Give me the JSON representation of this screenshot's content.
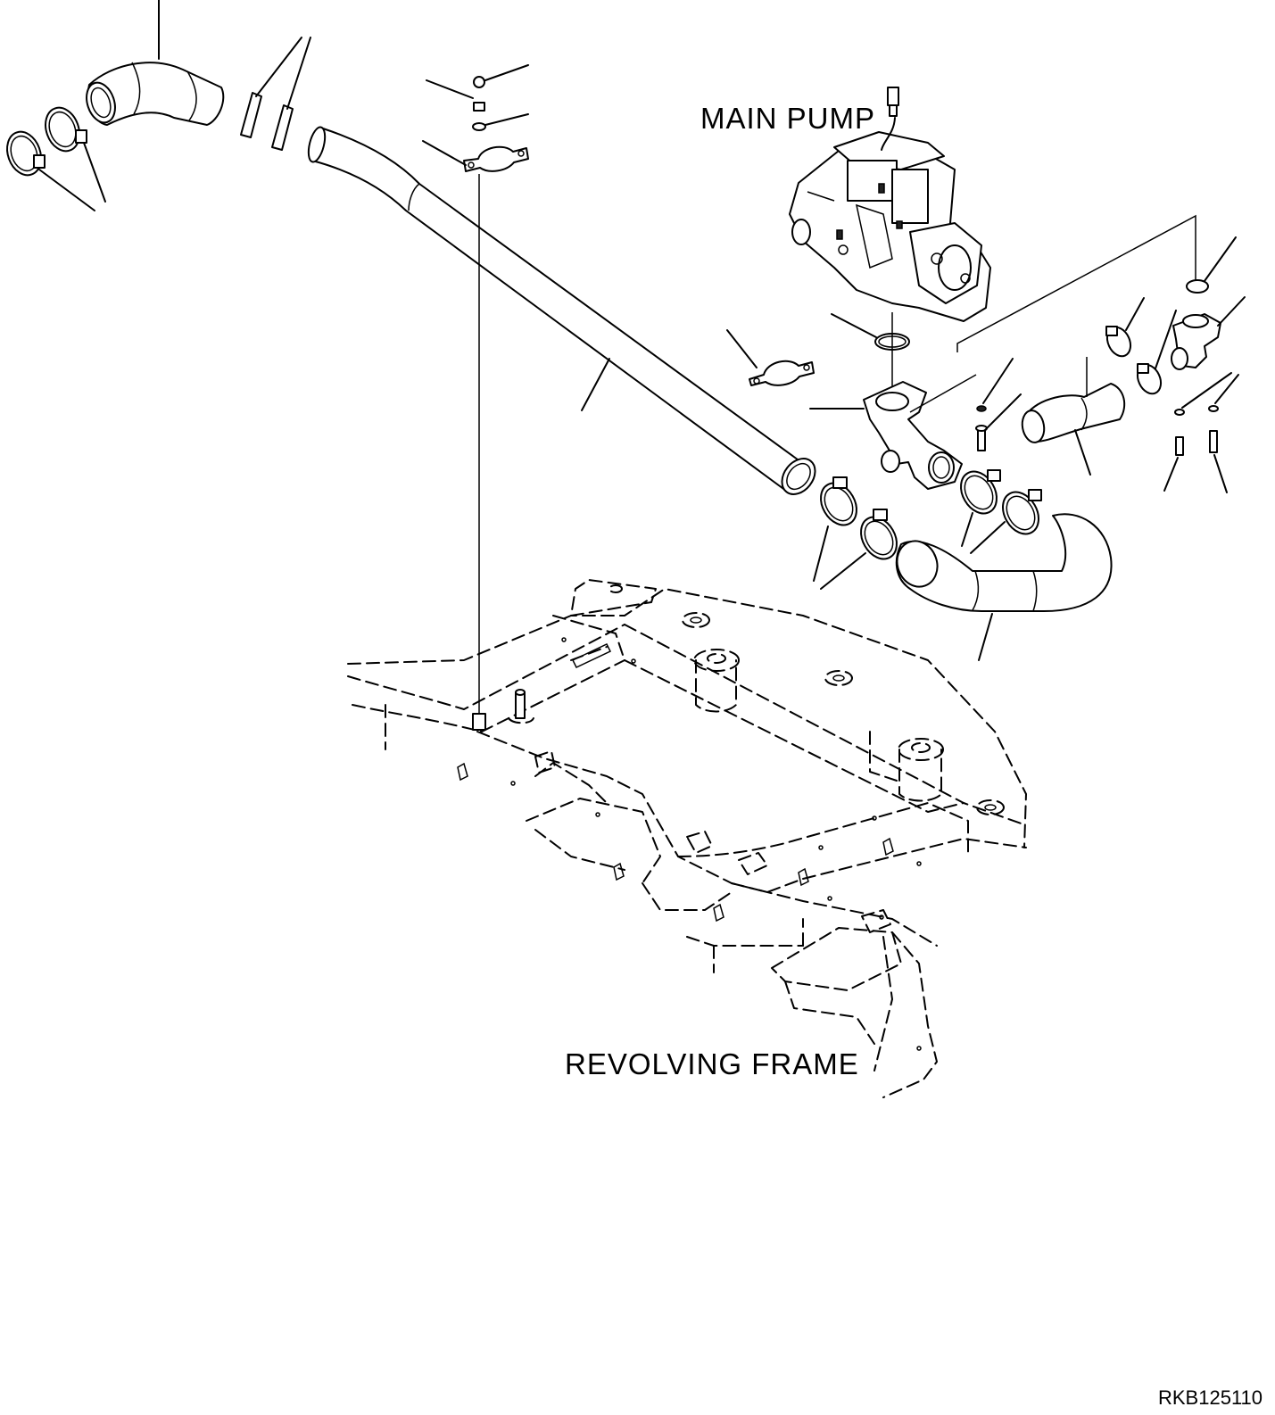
{
  "labels": {
    "main_pump": "MAIN PUMP",
    "revolving_frame": "REVOLVING FRAME",
    "drawing_code": "RKB125110"
  }
}
